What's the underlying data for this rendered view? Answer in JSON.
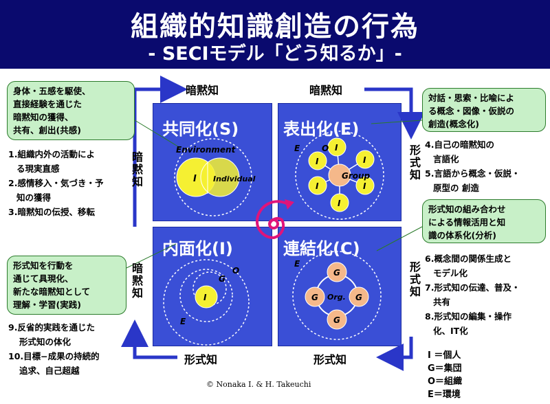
{
  "title": {
    "main": "組織的知識創造の行為",
    "sub": "- SECIモデル「どう知るか」-"
  },
  "quadrants": {
    "s": {
      "title": "共同化(S)",
      "labels": {
        "environment": "Environment",
        "i": "I",
        "individual": "Individual"
      }
    },
    "e": {
      "title": "表出化(E)",
      "labels": {
        "e": "E",
        "o": "O",
        "i": "I",
        "group": "Group"
      }
    },
    "i": {
      "title": "内面化(I)",
      "labels": {
        "o": "O",
        "g": "G",
        "i": "I",
        "e": "E"
      }
    },
    "c": {
      "title": "連結化(C)",
      "labels": {
        "e": "E",
        "g": "G",
        "org": "Org."
      }
    }
  },
  "axes": {
    "top_left": "暗黙知",
    "top_right": "暗黙知",
    "bottom_left": "形式知",
    "bottom_right": "形式知",
    "left_top": "暗黙知",
    "left_bottom": "暗黙知",
    "right_top": "形式知",
    "right_bottom": "形式知"
  },
  "callouts": {
    "s": [
      "身体・五感を駆使、",
      "直接経験を通じた",
      "暗黙知の獲得、",
      "共有、創出(共感)"
    ],
    "e": [
      "対話・思索・比喩によ",
      "る概念・図像・仮説の",
      "創造(概念化)"
    ],
    "c": [
      "形式知の組み合わせ",
      "による情報活用と知",
      "識の体系化(分析)"
    ],
    "i": [
      "形式知を行動を",
      "通じて具現化、",
      "新たな暗黙知として",
      "理解・学習(実践)"
    ]
  },
  "notes": {
    "s": [
      "1.組織内外の活動によ",
      "る現実直感",
      "2.感情移入・気づき・予",
      "知の獲得",
      "3.暗黙知の伝授、移転"
    ],
    "e": [
      "4.自己の暗黙知の",
      "言語化",
      "5.言語から概念・仮説・",
      "原型の 創造"
    ],
    "c": [
      "6.概念間の関係生成と",
      "モデル化",
      "7.形式知の伝達、普及・",
      "共有",
      "8.形式知の編集・操作",
      "化、IT化"
    ],
    "i": [
      "9.反省的実践を通じた",
      "形式知の体化",
      "10.目標−成果の持続的",
      "追求、自己超越"
    ]
  },
  "legend": [
    "I ＝個人",
    "G＝集団",
    "O＝組織",
    "E＝環境"
  ],
  "credit": "© Nonaka I. & H. Takeuchi",
  "colors": {
    "banner": "#0a0a6e",
    "quadrant": "#3a4fd6",
    "callout": "#c8f0c8",
    "circle": "#f5f032",
    "group": "#f5b88a",
    "spiral": "#e0147a",
    "arrow": "#2a36c8"
  }
}
